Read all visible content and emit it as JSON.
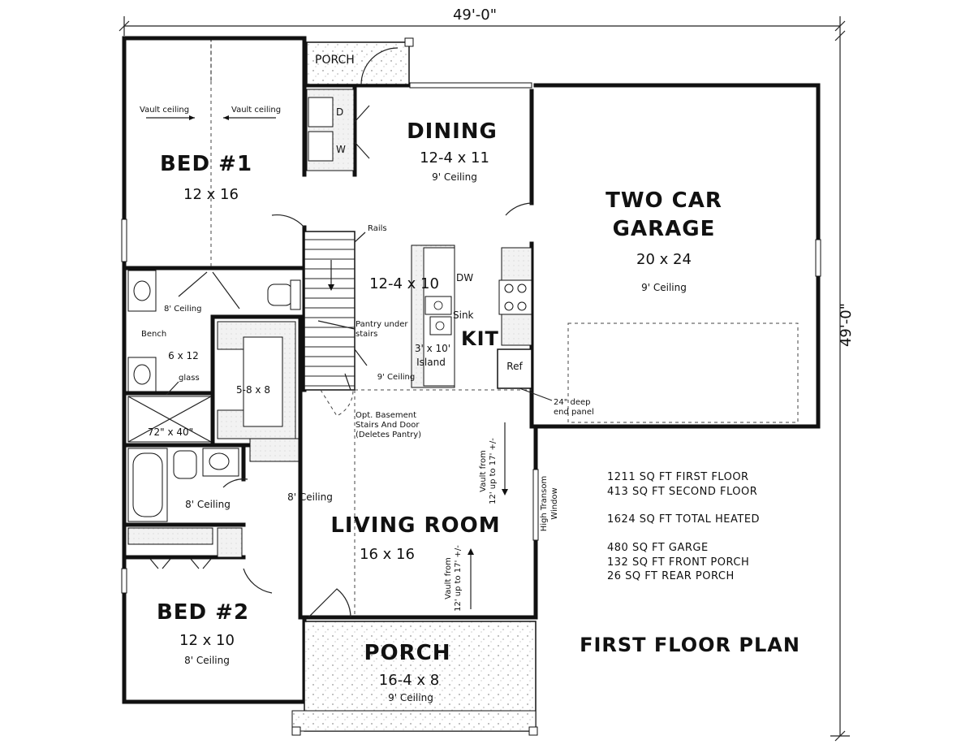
{
  "overall": {
    "width_dim": "49'-0\"",
    "depth_dim": "49'-0\""
  },
  "rooms": {
    "porch_rear": {
      "label": "PORCH"
    },
    "dining": {
      "label": "DINING",
      "dim": "12-4 x 11",
      "ceiling": "9' Ceiling"
    },
    "garage": {
      "label_line1": "TWO CAR",
      "label_line2": "GARAGE",
      "dim": "20 x 24",
      "ceiling": "9' Ceiling"
    },
    "bed1": {
      "label": "BED #1",
      "dim": "12 x 16",
      "vault_left": "Vault ceiling",
      "vault_right": "Vault ceiling"
    },
    "bath1": {
      "ceiling": "8' Ceiling",
      "dim": "6 x 12",
      "bench": "Bench",
      "glass": "glass",
      "shower": "72\" x 40\""
    },
    "closet1": {
      "dim": "5-8 x 8"
    },
    "kitchen": {
      "label": "KIT",
      "dim": "12-4 x 10",
      "dw": "DW",
      "sink": "Sink",
      "island_line1": "3' x 10'",
      "island_line2": "Island",
      "ceiling": "9' Ceiling",
      "ref": "Ref"
    },
    "stairs": {
      "rails": "Rails",
      "pantry_line1": "Pantry under",
      "pantry_line2": "stairs",
      "basement_line1": "Opt. Basement",
      "basement_line2": "Stairs And Door",
      "basement_line3": "(Deletes Pantry)"
    },
    "laundry": {
      "dryer": "D",
      "washer": "W"
    },
    "endpanel": {
      "line1": "24\" deep",
      "line2": "end panel"
    },
    "bath2": {
      "ceiling": "8' Ceiling"
    },
    "hall": {
      "ceiling": "8' Ceiling"
    },
    "living": {
      "label": "LIVING ROOM",
      "dim": "16 x 16",
      "vault_top_line1": "Vault from",
      "vault_top_line2": "12' up to 17' +/-",
      "vault_bottom_line1": "Vault from",
      "vault_bottom_line2": "12' up to 17' +/-"
    },
    "transom": {
      "line1": "High Transom",
      "line2": "Window"
    },
    "bed2": {
      "label": "BED #2",
      "dim": "12 x 10",
      "ceiling": "8' Ceiling"
    },
    "porch_front": {
      "label": "PORCH",
      "dim": "16-4 x 8",
      "ceiling": "9' Ceiling"
    }
  },
  "stats": [
    "1211 SQ FT FIRST FLOOR",
    "413 SQ FT SECOND FLOOR",
    "1624 SQ FT TOTAL HEATED",
    "480 SQ FT GARGE",
    "132 SQ FT FRONT PORCH",
    "26 SQ FT REAR PORCH"
  ],
  "plan_title": "FIRST FLOOR PLAN"
}
